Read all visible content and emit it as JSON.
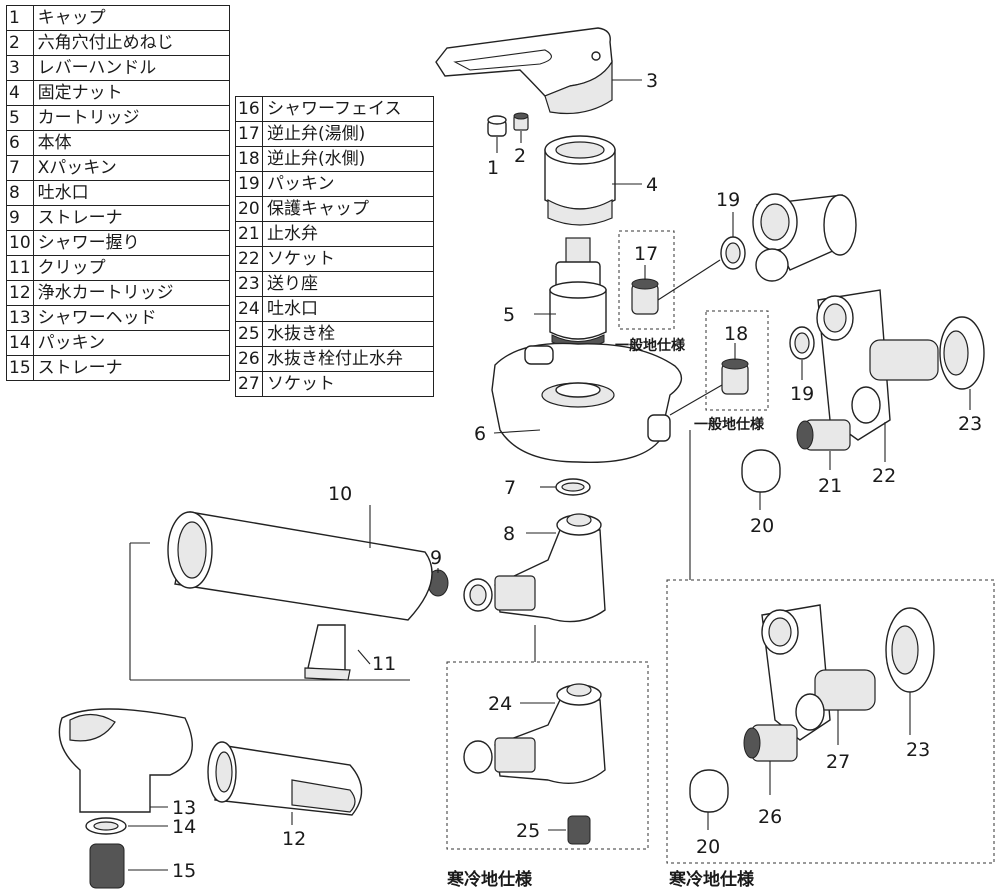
{
  "parts_left": [
    {
      "no": "1",
      "name": "キャップ"
    },
    {
      "no": "2",
      "name": "六角穴付止めねじ"
    },
    {
      "no": "3",
      "name": "レバーハンドル"
    },
    {
      "no": "4",
      "name": "固定ナット"
    },
    {
      "no": "5",
      "name": "カートリッジ"
    },
    {
      "no": "6",
      "name": "本体"
    },
    {
      "no": "7",
      "name": "Xパッキン"
    },
    {
      "no": "8",
      "name": "吐水口"
    },
    {
      "no": "9",
      "name": "ストレーナ"
    },
    {
      "no": "10",
      "name": "シャワー握り"
    },
    {
      "no": "11",
      "name": "クリップ"
    },
    {
      "no": "12",
      "name": "浄水カートリッジ"
    },
    {
      "no": "13",
      "name": "シャワーヘッド"
    },
    {
      "no": "14",
      "name": "パッキン"
    },
    {
      "no": "15",
      "name": "ストレーナ"
    }
  ],
  "parts_right": [
    {
      "no": "16",
      "name": "シャワーフェイス"
    },
    {
      "no": "17",
      "name": "逆止弁(湯側)"
    },
    {
      "no": "18",
      "name": "逆止弁(水側)"
    },
    {
      "no": "19",
      "name": "パッキン"
    },
    {
      "no": "20",
      "name": "保護キャップ"
    },
    {
      "no": "21",
      "name": "止水弁"
    },
    {
      "no": "22",
      "name": "ソケット"
    },
    {
      "no": "23",
      "name": "送り座"
    },
    {
      "no": "24",
      "name": "吐水口"
    },
    {
      "no": "25",
      "name": "水抜き栓"
    },
    {
      "no": "26",
      "name": "水抜き栓付止水弁"
    },
    {
      "no": "27",
      "name": "ソケット"
    }
  ],
  "callouts": {
    "c1": "1",
    "c2": "2",
    "c3": "3",
    "c4": "4",
    "c5": "5",
    "c6": "6",
    "c7": "7",
    "c8": "8",
    "c9": "9",
    "c10": "10",
    "c11": "11",
    "c12": "12",
    "c13": "13",
    "c14": "14",
    "c15": "15",
    "c17": "17",
    "c18": "18",
    "c19a": "19",
    "c19b": "19",
    "c20a": "20",
    "c20b": "20",
    "c21": "21",
    "c22": "22",
    "c23a": "23",
    "c23b": "23",
    "c24": "24",
    "c25": "25",
    "c26": "26",
    "c27": "27"
  },
  "captions": {
    "general_1": "一般地仕様",
    "general_2": "一般地仕様",
    "cold_1": "寒冷地仕様",
    "cold_2": "寒冷地仕様"
  }
}
